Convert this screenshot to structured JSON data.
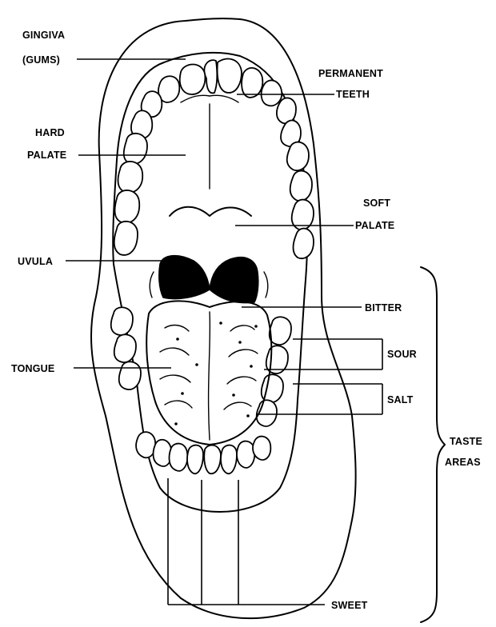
{
  "labels": {
    "gingiva_line1": "GINGIVA",
    "gingiva_line2": "(GUMS)",
    "permanent_teeth_line1": "PERMANENT",
    "permanent_teeth_line2": "TEETH",
    "hard_palate_line1": "HARD",
    "hard_palate_line2": "PALATE",
    "soft_palate_line1": "SOFT",
    "soft_palate_line2": "PALATE",
    "uvula": "UVULA",
    "bitter": "BITTER",
    "tongue": "TONGUE",
    "sour": "SOUR",
    "salt": "SALT",
    "taste_areas_line1": "TASTE",
    "taste_areas_line2": "AREAS",
    "sweet": "SWEET"
  }
}
